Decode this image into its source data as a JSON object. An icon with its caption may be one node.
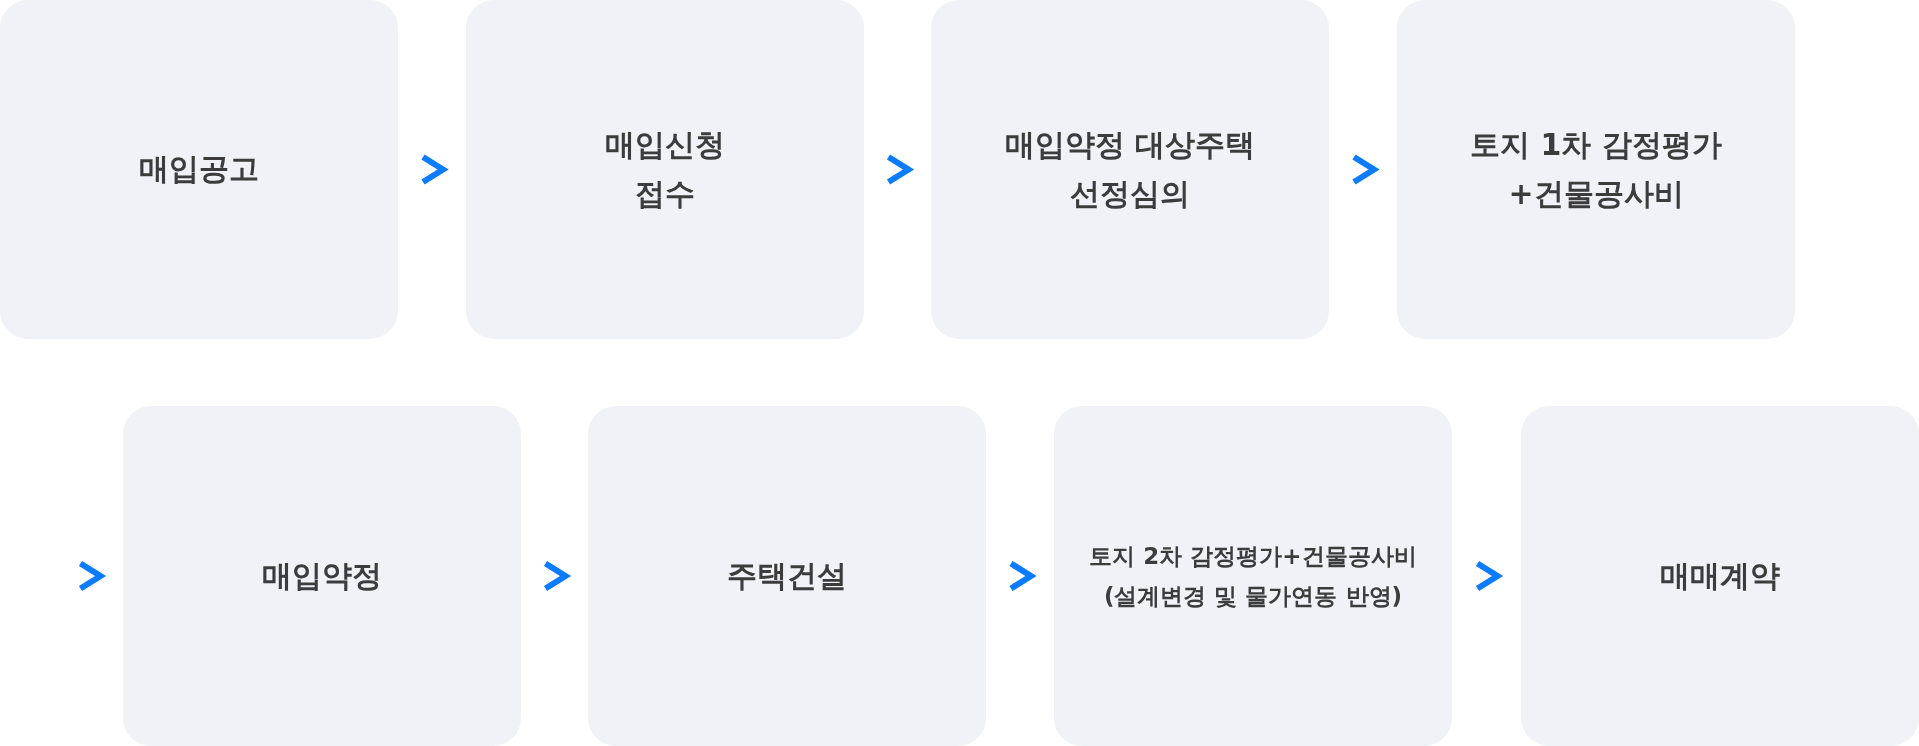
{
  "diagram": {
    "nodes": [
      {
        "text": [
          "매입공고"
        ]
      },
      {
        "text": [
          "매입신청 접수"
        ]
      },
      {
        "text": [
          "매입약정 대상주택 선정심의"
        ]
      },
      {
        "text": [
          "토지 1차 감정평가 +건물공사비"
        ]
      },
      {
        "text": [
          "매입약정"
        ]
      },
      {
        "text": [
          "주택건설"
        ]
      },
      {
        "text": [
          "토지 2차 감정평가+건물공사비 (설계변경 및 물가연동 반영)"
        ]
      },
      {
        "text": [
          "매매계약"
        ]
      }
    ],
    "edges": [
      {
        "from": 0,
        "to": 1,
        "arrow": "to"
      },
      {
        "from": 1,
        "to": 2,
        "arrow": "to"
      },
      {
        "from": 2,
        "to": 3,
        "arrow": "to"
      },
      {
        "from": null,
        "to": 4,
        "arrow": "to"
      },
      {
        "from": 4,
        "to": 5,
        "arrow": "to"
      },
      {
        "from": 5,
        "to": 6,
        "arrow": "to"
      },
      {
        "from": 6,
        "to": 7,
        "arrow": "to"
      }
    ]
  }
}
